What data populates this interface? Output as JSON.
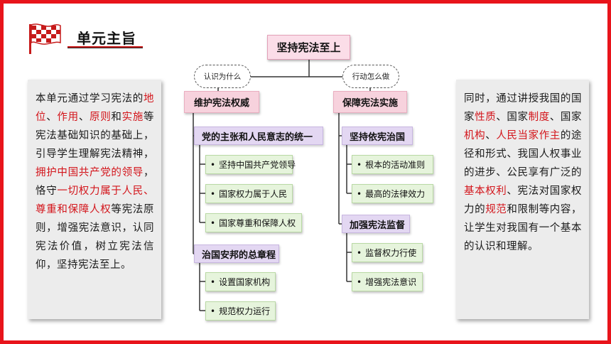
{
  "header": {
    "title": "单元主旨"
  },
  "left_card": {
    "segments": [
      {
        "text": "本单元通过学习宪法的",
        "red": false
      },
      {
        "text": "地位",
        "red": true
      },
      {
        "text": "、",
        "red": false
      },
      {
        "text": "作用",
        "red": true
      },
      {
        "text": "、",
        "red": false
      },
      {
        "text": "原则",
        "red": true
      },
      {
        "text": "和",
        "red": false
      },
      {
        "text": "实施",
        "red": true
      },
      {
        "text": "等宪法基础知识的基础上，引导学生理解宪法精神，",
        "red": false
      },
      {
        "text": "拥护中国共产党的领导",
        "red": true
      },
      {
        "text": "，恪守",
        "red": false
      },
      {
        "text": "一切权力属于人民、尊重和保障人权",
        "red": true
      },
      {
        "text": "等宪法原则，增强宪法意识，认同宪法价值，树立宪法信仰，坚持宪法至上。",
        "red": false
      }
    ]
  },
  "right_card": {
    "segments": [
      {
        "text": "同时，通过讲授我国的国家",
        "red": false
      },
      {
        "text": "性质",
        "red": true
      },
      {
        "text": "、国家",
        "red": false
      },
      {
        "text": "制度",
        "red": true
      },
      {
        "text": "、国家",
        "red": false
      },
      {
        "text": "机构",
        "red": true
      },
      {
        "text": "、",
        "red": false
      },
      {
        "text": "人民当家作主",
        "red": true
      },
      {
        "text": "的途径和形式、我国人权事业的进步、公民享有广泛的",
        "red": false
      },
      {
        "text": "基本权利",
        "red": true
      },
      {
        "text": "、宪法对国家权力的",
        "red": false
      },
      {
        "text": "规范",
        "red": true
      },
      {
        "text": "和限制等内容，让学生对我国有一个基本的认识和理解。",
        "red": false
      }
    ]
  },
  "diagram": {
    "root": "坚持宪法至上",
    "bubble_left": "认识为什么",
    "bubble_right": "行动怎么做",
    "branch_left": "维护宪法权威",
    "branch_right": "保障宪法实施",
    "left_sub1": "党的主张和人民意志的统一",
    "left_sub1_items": [
      "坚持中国共产党领导",
      "国家权力属于人民",
      "国家尊重和保障人权"
    ],
    "left_sub2": "治国安邦的总章程",
    "left_sub2_items": [
      "设置国家机构",
      "规范权力运行"
    ],
    "right_sub1": "坚持依宪治国",
    "right_sub1_items": [
      "根本的活动准则",
      "最高的法律效力"
    ],
    "right_sub2": "加强宪法监督",
    "right_sub2_items": [
      "监督权力行使",
      "增强宪法意识"
    ],
    "bullet": "•"
  },
  "colors": {
    "frame": "#e8141b",
    "accent_red": "#d3151b",
    "root_fill": "#fbdde8",
    "branch_fill": "#f7d2dd",
    "sub_fill": "#e3d7f2",
    "leaf_fill": "#e6f4dc"
  }
}
